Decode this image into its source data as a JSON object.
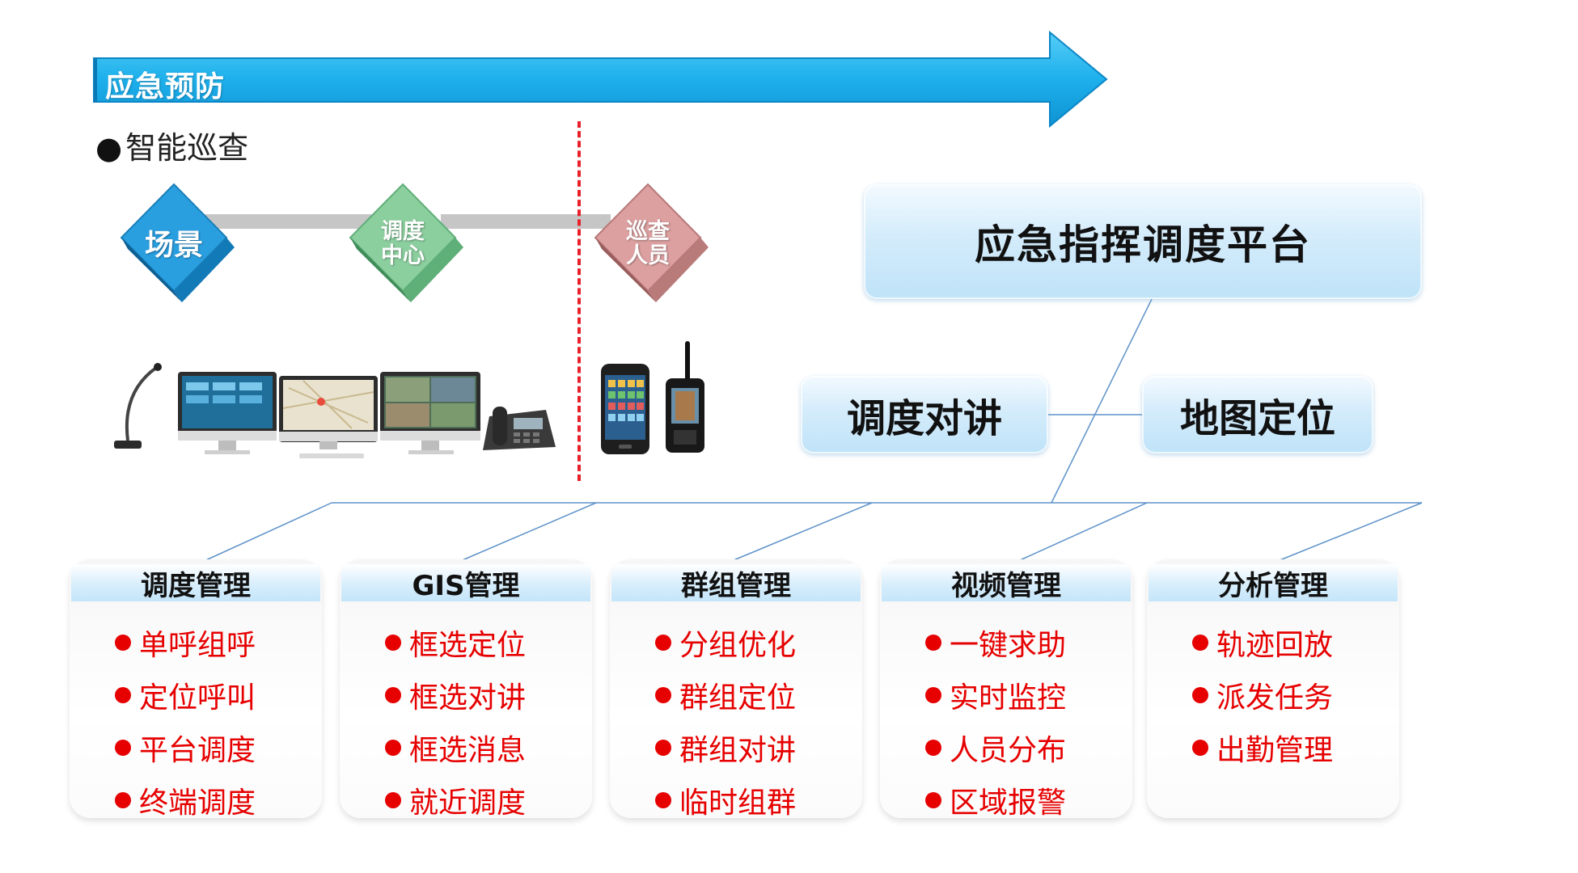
{
  "banner": {
    "title": "应急预防"
  },
  "section": {
    "bullet": "●",
    "title": "智能巡查"
  },
  "flow": {
    "scene": "场景",
    "dispatch_center": [
      "调度",
      "中心"
    ],
    "patrol_staff": [
      "巡查",
      "人员"
    ]
  },
  "platform": {
    "main": "应急指挥调度平台",
    "talk": "调度对讲",
    "map": "地图定位"
  },
  "modules": [
    {
      "title": "调度管理",
      "items": [
        "单呼组呼",
        "定位呼叫",
        "平台调度",
        "终端调度"
      ]
    },
    {
      "title": "GIS管理",
      "items": [
        "框选定位",
        "框选对讲",
        "框选消息",
        "就近调度"
      ]
    },
    {
      "title": "群组管理",
      "items": [
        "分组优化",
        "群组定位",
        "群组对讲",
        "临时组群"
      ]
    },
    {
      "title": "视频管理",
      "items": [
        "一键求助",
        "实时监控",
        "人员分布",
        "区域报警"
      ]
    },
    {
      "title": "分析管理",
      "items": [
        "轨迹回放",
        "派发任务",
        "出勤管理"
      ]
    }
  ],
  "colors": {
    "banner": "#1fb2ee",
    "scene_diamond": "#2a9fe0",
    "dispatch_diamond": "#84c99a",
    "patrol_diamond": "#d99a9a",
    "item_text": "#e60000",
    "divider": "#e8202a"
  },
  "icons": [
    "microphone-icon",
    "monitor-icon",
    "desk-phone-icon",
    "smartphone-icon",
    "walkie-talkie-icon"
  ]
}
